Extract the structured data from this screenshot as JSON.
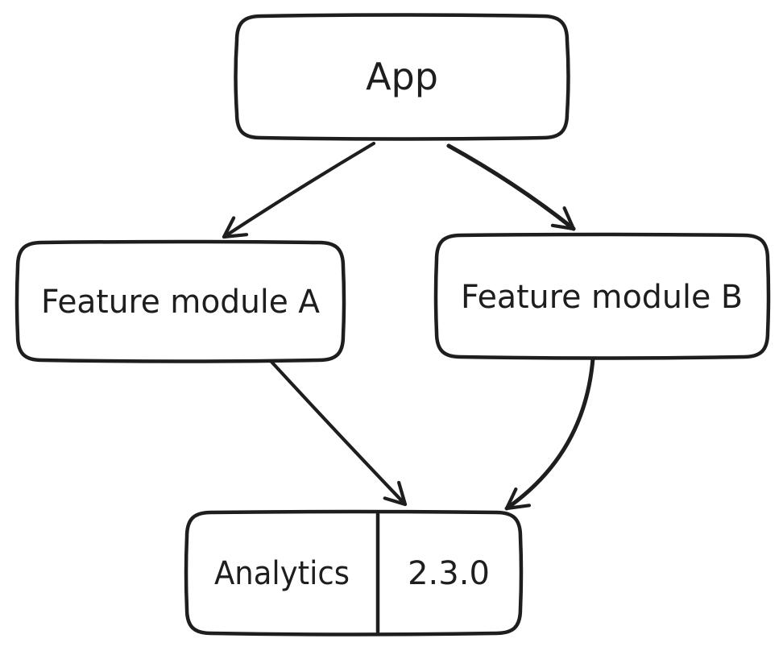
{
  "colors": {
    "background": "#ffffff",
    "stroke": "#1e1e1e"
  },
  "diagram": {
    "type": "dependency-graph",
    "style": "hand-drawn",
    "nodes": [
      {
        "id": "app",
        "label": "App"
      },
      {
        "id": "feature-module-a",
        "label": "Feature module A"
      },
      {
        "id": "feature-module-b",
        "label": "Feature module B"
      },
      {
        "id": "analytics",
        "label": "Analytics",
        "version": "2.3.0"
      }
    ],
    "edges": [
      {
        "from": "App",
        "to": "Feature module A"
      },
      {
        "from": "App",
        "to": "Feature module B"
      },
      {
        "from": "Feature module A",
        "to": "Analytics"
      },
      {
        "from": "Feature module B",
        "to": "Analytics"
      }
    ]
  }
}
